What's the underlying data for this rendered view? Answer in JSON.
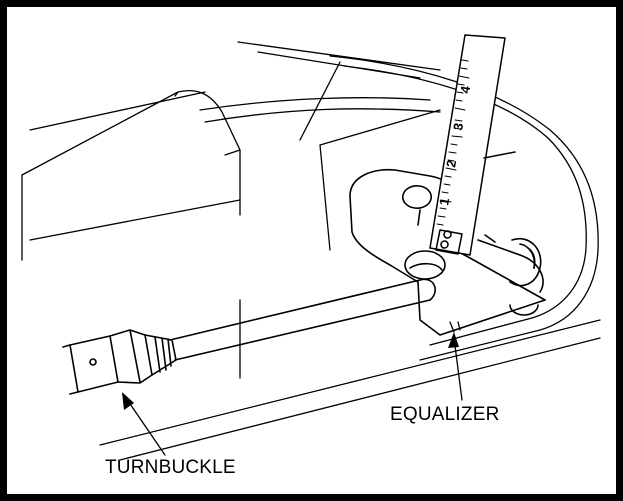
{
  "labels": {
    "equalizer": "EQUALIZER",
    "turnbuckle": "TURNBUCKLE"
  },
  "ruler": {
    "ticks": [
      "1",
      "2",
      "3",
      "4"
    ]
  }
}
